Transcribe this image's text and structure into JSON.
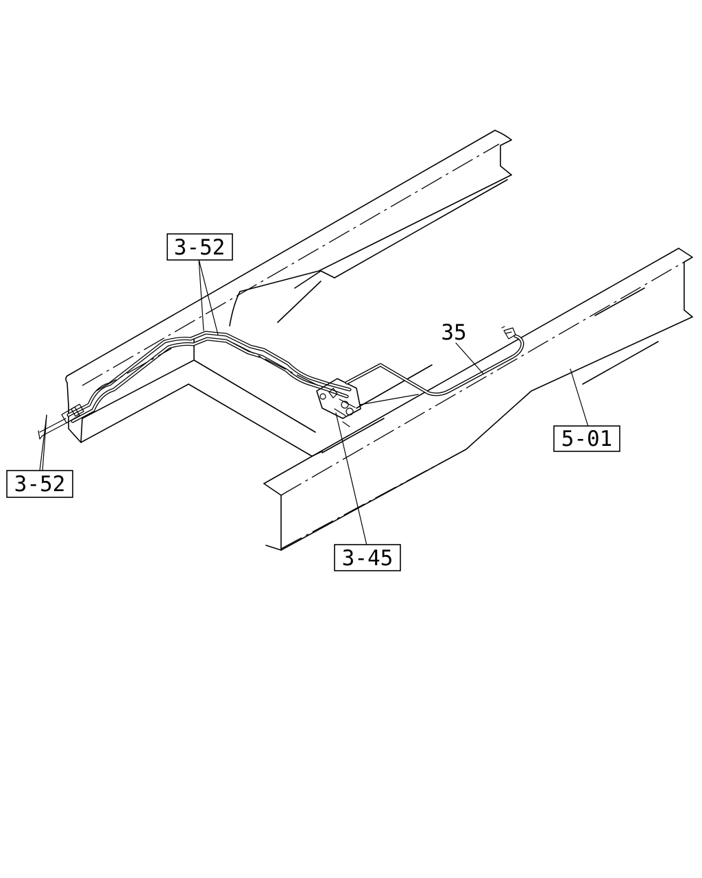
{
  "callouts": {
    "label_3_52_top": "3-52",
    "label_3_52_left": "3-52",
    "label_3_45": "3-45",
    "label_5_01": "5-01",
    "label_35": "35"
  }
}
